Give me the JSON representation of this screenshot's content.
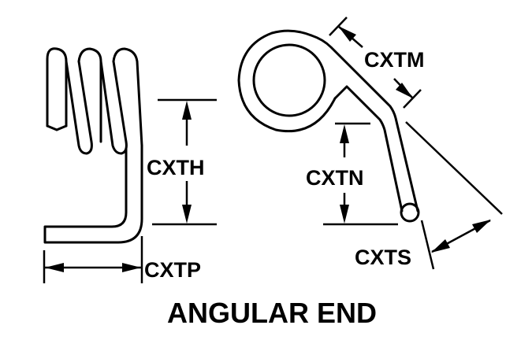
{
  "labels": {
    "cxth": "CXTH",
    "cxtp": "CXTP",
    "cxtm": "CXTM",
    "cxtn": "CXTN",
    "cxts": "CXTS"
  },
  "title": "ANGULAR END"
}
